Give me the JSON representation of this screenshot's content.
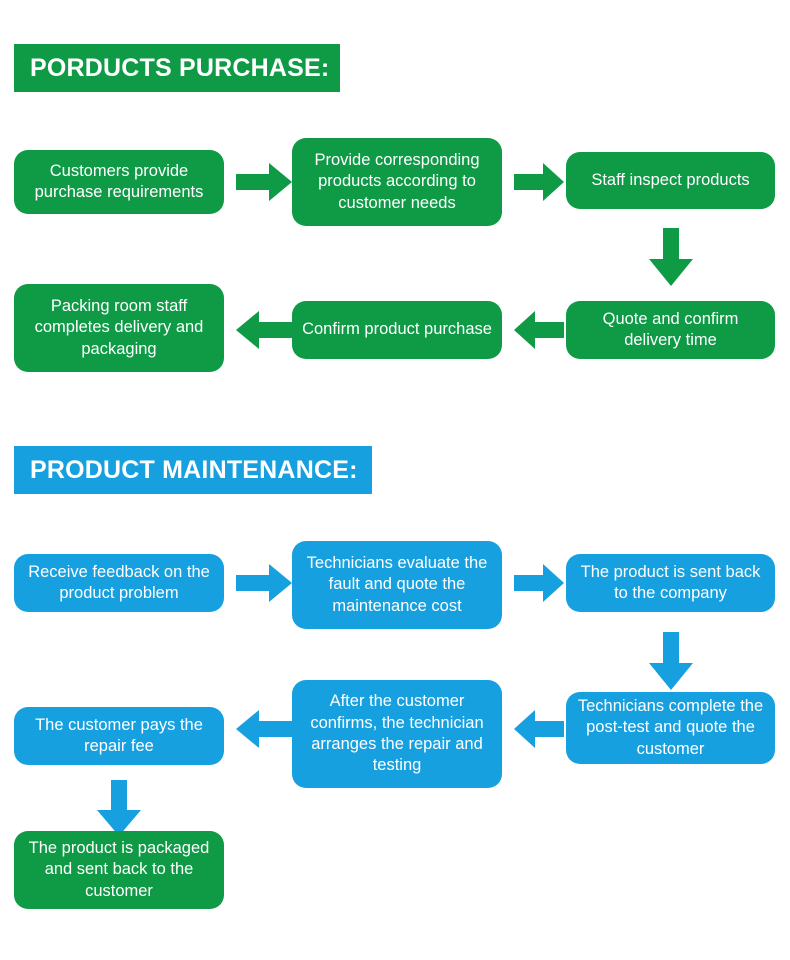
{
  "document": {
    "title": "Products Purchase and Product Maintenance Flowchart",
    "background_color": "#ffffff"
  },
  "colors": {
    "green": "#0f9a46",
    "blue": "#17a0df",
    "text": "#ffffff"
  },
  "sections": [
    {
      "id": "purchase",
      "banner_label": "PORDUCTS PURCHASE:",
      "accent": "#0f9a46"
    },
    {
      "id": "maintenance",
      "banner_label": "PRODUCT MAINTENANCE:",
      "accent": "#17a0df"
    }
  ],
  "chart_data": {
    "type": "flowchart",
    "title": "Products Purchase and Product Maintenance Flowchart",
    "flows": [
      {
        "name": "PORDUCTS PURCHASE:",
        "color": "#0f9a46",
        "steps": [
          "Customers provide purchase requirements",
          "Provide corresponding products according to customer needs",
          "Staff inspect products",
          "Quote and confirm delivery time",
          "Confirm product purchase",
          "Packing room staff completes delivery and packaging"
        ]
      },
      {
        "name": "PRODUCT MAINTENANCE:",
        "color": "#17a0df",
        "steps": [
          "Receive feedback on the product problem",
          "Technicians evaluate the fault and quote the maintenance cost",
          "The product is sent back to the company",
          "Technicians complete the post-test and quote the customer",
          "After the customer confirms, the technician arranges the repair and testing",
          "The customer pays the repair fee",
          "The product is packaged and sent back to the customer"
        ]
      }
    ]
  },
  "purchase": {
    "banner": "PORDUCTS PURCHASE:",
    "nodes": {
      "n1": "Customers provide purchase requirements",
      "n2": "Provide corresponding products according to customer needs",
      "n3": "Staff inspect products",
      "n4": "Quote and confirm delivery time",
      "n5": "Confirm product purchase",
      "n6": "Packing room staff completes delivery and packaging"
    }
  },
  "maintenance": {
    "banner": "PRODUCT MAINTENANCE:",
    "nodes": {
      "m1": "Receive feedback on the product problem",
      "m2": "Technicians evaluate the fault and quote the maintenance cost",
      "m3": "The product is sent back to the company",
      "m4": "Technicians complete the post-test and quote the customer",
      "m5": "After the customer confirms, the technician arranges the repair and testing",
      "m6": "The customer pays the repair fee",
      "m7": "The product is packaged and sent back to the customer"
    }
  }
}
